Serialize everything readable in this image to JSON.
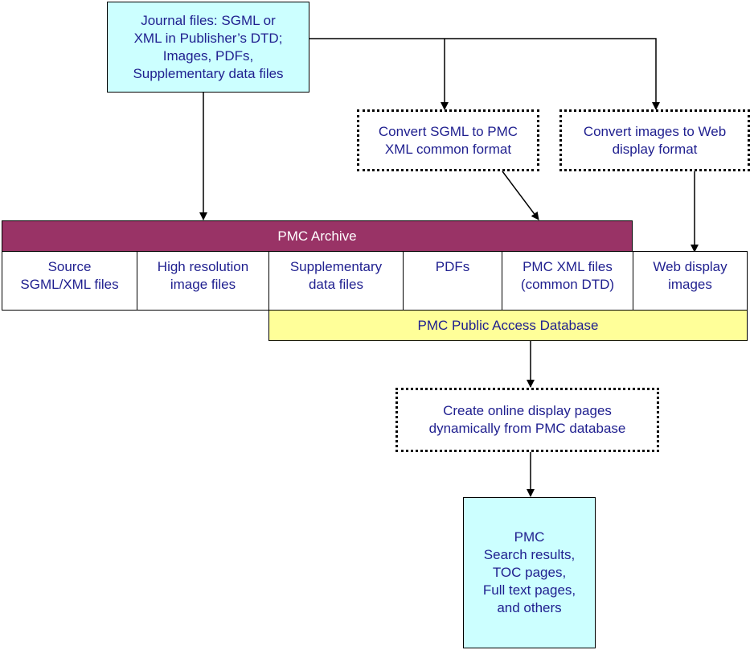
{
  "source": {
    "text": "Journal files: SGML or\nXML in Publisher’s DTD;\nImages, PDFs,\nSupplementary data files"
  },
  "convert_sgml": {
    "text": "Convert SGML to PMC\nXML common format"
  },
  "convert_images": {
    "text": "Convert images to Web\ndisplay format"
  },
  "archive": {
    "title": "PMC Archive",
    "cells": [
      "Source\nSGML/XML files",
      "High resolution\nimage files",
      "Supplementary\ndata files",
      "PDFs",
      "PMC XML files\n(common DTD)",
      "Web display\nimages"
    ]
  },
  "public_db": {
    "title": "PMC Public Access Database"
  },
  "create_pages": {
    "text": "Create online display pages\ndynamically from PMC database"
  },
  "pmc": {
    "text": "PMC\nSearch results,\nTOC pages,\nFull text pages,\nand others"
  },
  "colors": {
    "text": "#1f1f8f",
    "light_cyan": "#ccffff",
    "archive_bar": "#993366",
    "public_db_bar": "#ffff99"
  }
}
